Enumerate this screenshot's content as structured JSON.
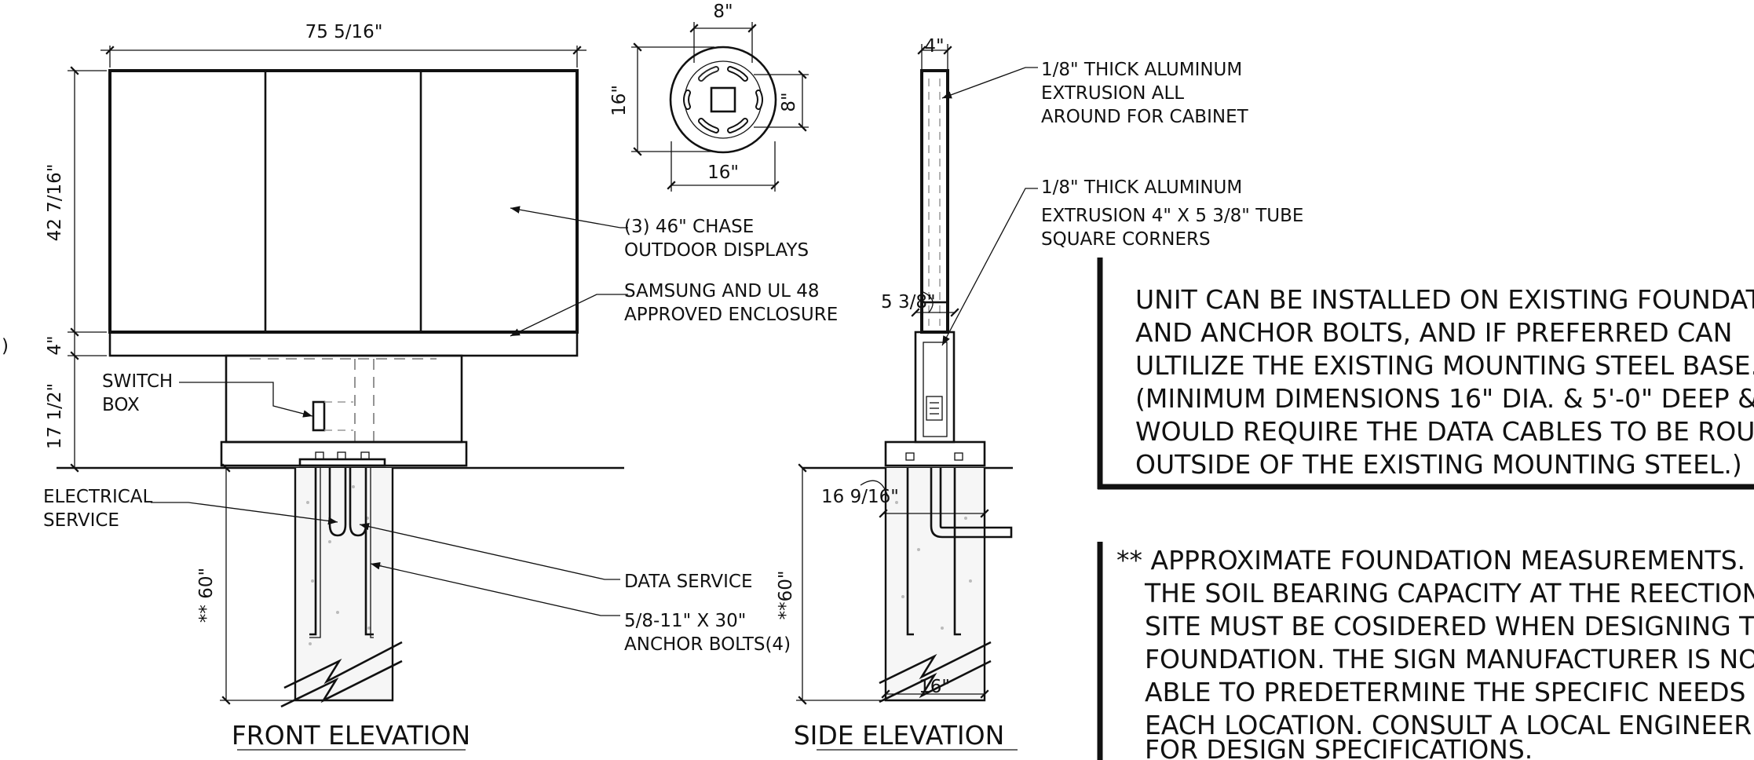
{
  "dimensions": {
    "width_overall": "75 5/16\"",
    "height_cabinet": "42 7/16\"",
    "base_band": "4\"",
    "pedestal_height": "17 1/2\"",
    "foundation_depth_front": "** 60\"",
    "top_width": "8\"",
    "top_depth": "16\"",
    "top_inner": "8\"",
    "top_bottom": "16\"",
    "side_width": "4\"",
    "side_tube": "5 3/8\"",
    "side_embed": "16 9/16\"",
    "foundation_depth_side": "**60\"",
    "side_foundation_width": "16\""
  },
  "labels": {
    "displays": [
      "(3) 46\" CHASE",
      "OUTDOOR DISPLAYS"
    ],
    "enclosure": [
      "SAMSUNG AND UL 48",
      "APPROVED ENCLOSURE"
    ],
    "switch_box": [
      "SWITCH",
      "BOX"
    ],
    "electrical": [
      "ELECTRICAL",
      "SERVICE"
    ],
    "data_service": "DATA SERVICE",
    "anchor_bolts": [
      "5/8-11\" X 30\"",
      "ANCHOR BOLTS(4)"
    ],
    "extrusion_cabinet": [
      "1/8\" THICK ALUMINUM",
      "EXTRUSION ALL",
      "AROUND FOR CABINET"
    ],
    "extrusion_tube": [
      "1/8\" THICK ALUMINUM",
      "EXTRUSION 4\" X 5 3/8\" TUBE",
      "SQUARE CORNERS"
    ],
    "left_fragment": ")"
  },
  "titles": {
    "front": "FRONT  ELEVATION",
    "side": "SIDE  ELEVATION"
  },
  "notes": {
    "installation": [
      "UNIT CAN BE INSTALLED ON EXISTING FOUNDATION",
      "AND ANCHOR BOLTS, AND IF PREFERRED CAN",
      "ULTILIZE THE EXISTING MOUNTING STEEL BASE.",
      "(MINIMUM DIMENSIONS 16\" DIA. & 5'-0\" DEEP &",
      "WOULD REQUIRE THE DATA CABLES TO BE ROUTED",
      "OUTSIDE OF THE EXISTING MOUNTING STEEL.)"
    ],
    "foundation": [
      "** APPROXIMATE FOUNDATION MEASUREMENTS.",
      "THE SOIL BEARING CAPACITY AT THE REECTION",
      "SITE MUST BE COSIDERED WHEN DESIGNING THE",
      "FOUNDATION. THE SIGN MANUFACTURER IS NOT",
      "ABLE TO PREDETERMINE THE SPECIFIC NEEDS OF",
      "EACH LOCATION. CONSULT A LOCAL ENGINEER",
      "FOR DESIGN SPECIFICATIONS."
    ]
  }
}
